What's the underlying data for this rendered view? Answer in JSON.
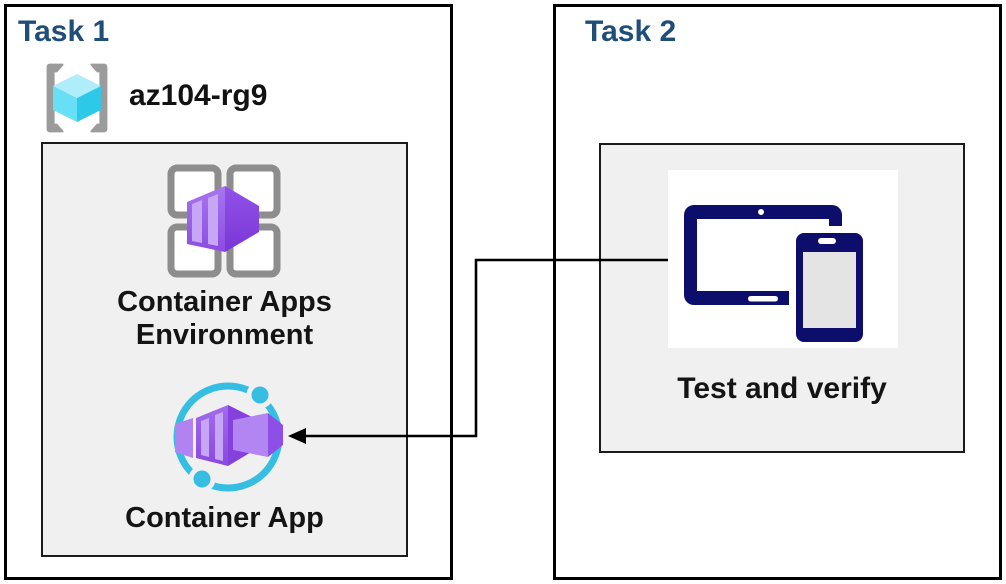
{
  "task1": {
    "title": "Task 1",
    "resource_group": {
      "name": "az104-rg9",
      "icon": "resource-group-icon"
    },
    "environment": {
      "label_line1": "Container Apps",
      "label_line2": "Environment",
      "icon": "container-apps-environment-icon"
    },
    "container_app": {
      "label": "Container App",
      "icon": "container-app-icon"
    }
  },
  "task2": {
    "title": "Task 2",
    "test_and_verify": {
      "label": "Test and verify",
      "icon": "devices-icon"
    }
  },
  "connector": {
    "description": "elbow arrow from Test and verify box to Container App icon"
  },
  "colors": {
    "task_title_blue": "#1F4E79",
    "label_text": "#141414",
    "panel_background": "#F0F0F0",
    "border_black": "#000000",
    "container_purple": "#8742DF",
    "container_purple_light": "#A06AEC",
    "container_stripe_purple": "#C6A6F5",
    "ring_cyan": "#35BEE2",
    "cube_cyan_top": "#AEEDF9",
    "cube_cyan_left": "#67E0F5",
    "cube_cyan_right": "#2EC8E9",
    "bracket_gray": "#9B9B9B",
    "grid_gray": "#8D8D8D",
    "device_navy": "#0D0D6B",
    "phone_screen_gray": "#E4E4E4"
  }
}
